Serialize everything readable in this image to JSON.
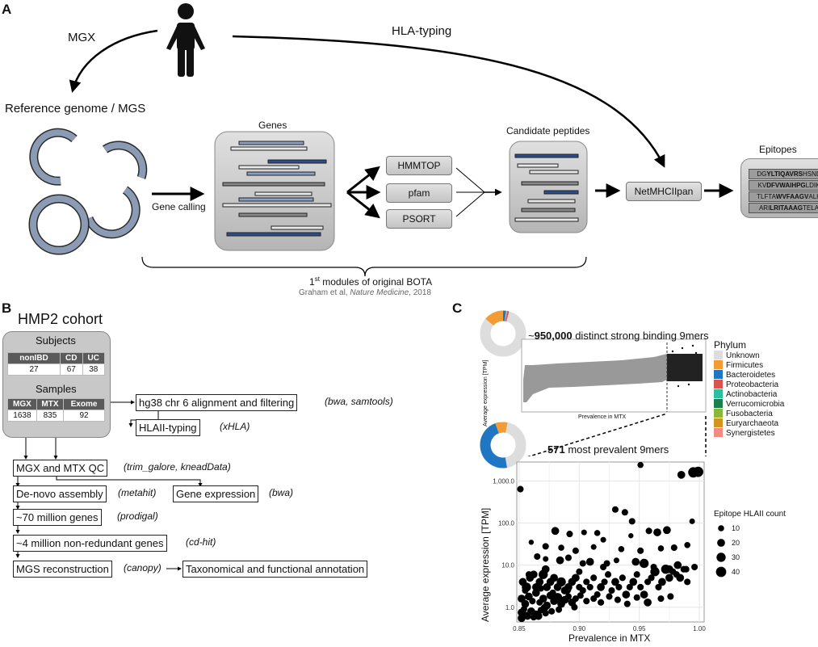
{
  "panel_a": {
    "letter": "A",
    "mgx_label": "MGX",
    "hla_typing_label": "HLA-typing",
    "reference_label": "Reference genome / MGS",
    "genes_title": "Genes",
    "gene_calling_label": "Gene calling",
    "tools": [
      "HMMTOP",
      "pfam",
      "PSORT"
    ],
    "candidate_title": "Candidate peptides",
    "netmhc_label": "NetMHCIIpan",
    "epitopes_title": "Epitopes",
    "epitopes": [
      {
        "pre": "DG",
        "bold": "YLTIQAVRS",
        "post": "HSND"
      },
      {
        "pre": "KV",
        "bold": "DFVWAIHPG",
        "post": "LDIK"
      },
      {
        "pre": "TLFTA",
        "bold": "WVFAAGV",
        "post": "ALH"
      },
      {
        "pre": "ARI",
        "bold": "LRITAAAG",
        "post": "TELA"
      }
    ],
    "bota_sup": "st",
    "bota_num": "1",
    "bota_text": " modules of original BOTA",
    "citation_pre": "Graham et al, ",
    "citation_journal": "Nature Medicine",
    "citation_post": ", 2018"
  },
  "panel_b": {
    "letter": "B",
    "cohort_title": "HMP2 cohort",
    "subjects_title": "Subjects",
    "subjects_headers": [
      "nonIBD",
      "CD",
      "UC"
    ],
    "subjects_values": [
      "27",
      "67",
      "38"
    ],
    "samples_title": "Samples",
    "samples_headers": [
      "MGX",
      "MTX",
      "Exome"
    ],
    "samples_values": [
      "1638",
      "835",
      "92"
    ],
    "steps": {
      "hg38": "hg38 chr 6 alignment and filtering",
      "hg38_tool": "(bwa, samtools)",
      "hlaii": "HLAII-typing",
      "hlaii_tool": "(xHLA)",
      "qc": "MGX and MTX QC",
      "qc_tool": "(trim_galore, kneadData)",
      "assembly": "De-novo assembly",
      "assembly_tool": "(metahit)",
      "expression": "Gene expression",
      "expression_tool": "(bwa)",
      "genes70": "~70 million genes",
      "genes70_tool": "(prodigal)",
      "nonred": "~4 million non-redundant genes",
      "nonred_tool": "(cd-hit)",
      "mgs": "MGS reconstruction",
      "mgs_tool": "(canopy)",
      "taxo": "Taxonomical and functional annotation"
    }
  },
  "panel_c": {
    "letter": "C",
    "top_title_pre": "~",
    "top_title_bold": "950,000",
    "top_title_post": " distinct strong binding 9mers",
    "top_ylabel": "Average expression [TPM]",
    "top_xlabel": "Prevalence in MTX",
    "bottom_title_bold": "571",
    "bottom_title_post": " most prevalent 9mers",
    "legend_title": "Phylum",
    "size_legend_title": "Epitope HLAII count",
    "size_legend_values": [
      "10",
      "20",
      "30",
      "40"
    ],
    "colors": {
      "Unknown": "#dddddd",
      "Firmicutes": "#f39c34",
      "Bacteroidetes": "#1f77c4",
      "Proteobacteria": "#d9534f",
      "Actinobacteria": "#2bbf9f",
      "Verrucomicrobia": "#1b7f4e",
      "Fusobacteria": "#8bb83a",
      "Euryarchaeota": "#d4951e",
      "Synergistetes": "#f28b82"
    }
  },
  "chart_data": {
    "type": "scatter",
    "title": "571 most prevalent 9mers",
    "xlabel": "Prevalence in MTX",
    "ylabel": "Average expression [TPM]",
    "x_ticks": [
      "0.85",
      "0.90",
      "0.95",
      "1.00"
    ],
    "y_ticks": [
      "1.0",
      "10.0",
      "100.0",
      "1,000.0"
    ],
    "xlim": [
      0.848,
      1.004
    ],
    "ylim_log10": [
      -0.35,
      3.45
    ],
    "y_scale": "log",
    "size_legend": {
      "title": "Epitope HLAII count",
      "values": [
        10,
        20,
        30,
        40
      ]
    },
    "phylum_legend": [
      "Unknown",
      "Firmicutes",
      "Bacteroidetes",
      "Proteobacteria",
      "Actinobacteria",
      "Verrucomicrobia",
      "Fusobacteria",
      "Euryarchaeota",
      "Synergistetes"
    ],
    "points": [
      [
        0.851,
        640,
        12
      ],
      [
        0.951,
        2400,
        10
      ],
      [
        0.995,
        1600,
        40
      ],
      [
        0.999,
        1650,
        40
      ],
      [
        0.985,
        1400,
        20
      ],
      [
        0.93,
        210,
        12
      ],
      [
        0.938,
        180,
        12
      ],
      [
        0.944,
        110,
        12
      ],
      [
        0.965,
        60,
        20
      ],
      [
        0.958,
        65,
        12
      ],
      [
        0.973,
        68,
        20
      ],
      [
        0.994,
        110,
        8
      ],
      [
        0.88,
        65,
        20
      ],
      [
        0.892,
        55,
        12
      ],
      [
        0.904,
        60,
        8
      ],
      [
        0.915,
        58,
        10
      ],
      [
        0.943,
        50,
        6
      ],
      [
        0.92,
        40,
        8
      ],
      [
        0.86,
        35,
        6
      ],
      [
        0.872,
        28,
        12
      ],
      [
        0.885,
        26,
        10
      ],
      [
        0.897,
        22,
        12
      ],
      [
        0.912,
        27,
        8
      ],
      [
        0.935,
        24,
        10
      ],
      [
        0.951,
        22,
        12
      ],
      [
        0.968,
        25,
        10
      ],
      [
        0.979,
        26,
        12
      ],
      [
        0.99,
        30,
        10
      ],
      [
        0.865,
        16,
        12
      ],
      [
        0.872,
        14,
        8
      ],
      [
        0.884,
        13,
        20
      ],
      [
        0.891,
        15,
        12
      ],
      [
        0.903,
        11,
        12
      ],
      [
        0.909,
        12,
        20
      ],
      [
        0.923,
        11,
        12
      ],
      [
        0.931,
        13,
        8
      ],
      [
        0.947,
        12,
        20
      ],
      [
        0.954,
        11,
        30
      ],
      [
        0.962,
        9,
        12
      ],
      [
        0.975,
        8,
        20
      ],
      [
        0.982,
        10,
        20
      ],
      [
        0.989,
        8,
        12
      ],
      [
        0.996,
        9,
        12
      ],
      [
        0.853,
        4,
        20
      ],
      [
        0.856,
        3,
        30
      ],
      [
        0.859,
        5,
        20
      ],
      [
        0.862,
        6,
        20
      ],
      [
        0.864,
        3,
        20
      ],
      [
        0.867,
        4,
        20
      ],
      [
        0.87,
        6,
        30
      ],
      [
        0.873,
        3,
        20
      ],
      [
        0.876,
        4,
        20
      ],
      [
        0.879,
        5,
        20
      ],
      [
        0.882,
        3,
        20
      ],
      [
        0.885,
        4,
        30
      ],
      [
        0.888,
        2.5,
        20
      ],
      [
        0.891,
        3,
        20
      ],
      [
        0.894,
        4,
        20
      ],
      [
        0.897,
        5,
        20
      ],
      [
        0.9,
        3,
        12
      ],
      [
        0.903,
        2.5,
        12
      ],
      [
        0.906,
        4,
        12
      ],
      [
        0.909,
        3,
        12
      ],
      [
        0.912,
        5,
        12
      ],
      [
        0.915,
        2,
        12
      ],
      [
        0.918,
        3,
        20
      ],
      [
        0.921,
        4,
        12
      ],
      [
        0.924,
        6,
        12
      ],
      [
        0.927,
        2.5,
        12
      ],
      [
        0.93,
        4,
        20
      ],
      [
        0.933,
        3,
        12
      ],
      [
        0.936,
        5,
        12
      ],
      [
        0.939,
        2,
        20
      ],
      [
        0.942,
        3,
        12
      ],
      [
        0.945,
        4,
        20
      ],
      [
        0.948,
        6,
        12
      ],
      [
        0.951,
        3,
        12
      ],
      [
        0.954,
        2,
        20
      ],
      [
        0.957,
        4,
        12
      ],
      [
        0.96,
        5,
        12
      ],
      [
        0.963,
        7,
        30
      ],
      [
        0.966,
        3,
        12
      ],
      [
        0.969,
        4,
        20
      ],
      [
        0.972,
        8,
        30
      ],
      [
        0.975,
        5,
        20
      ],
      [
        0.978,
        7,
        12
      ],
      [
        0.981,
        6,
        12
      ],
      [
        0.984,
        5,
        20
      ],
      [
        0.987,
        8,
        12
      ],
      [
        0.99,
        4,
        12
      ],
      [
        0.852,
        1.6,
        20
      ],
      [
        0.855,
        1.2,
        20
      ],
      [
        0.858,
        1.8,
        20
      ],
      [
        0.861,
        1.4,
        12
      ],
      [
        0.864,
        2.2,
        20
      ],
      [
        0.867,
        1.3,
        12
      ],
      [
        0.87,
        1.6,
        20
      ],
      [
        0.873,
        1.1,
        20
      ],
      [
        0.876,
        1.9,
        20
      ],
      [
        0.879,
        1.4,
        20
      ],
      [
        0.882,
        1.7,
        30
      ],
      [
        0.885,
        1.2,
        20
      ],
      [
        0.888,
        1.5,
        20
      ],
      [
        0.891,
        1.8,
        12
      ],
      [
        0.894,
        1.3,
        20
      ],
      [
        0.897,
        1.6,
        12
      ],
      [
        0.901,
        1.9,
        12
      ],
      [
        0.906,
        1.4,
        12
      ],
      [
        0.912,
        1.6,
        12
      ],
      [
        0.918,
        1.3,
        12
      ],
      [
        0.925,
        1.8,
        12
      ],
      [
        0.932,
        1.5,
        12
      ],
      [
        0.94,
        1.2,
        12
      ],
      [
        0.948,
        1.7,
        12
      ],
      [
        0.957,
        1.3,
        20
      ],
      [
        0.968,
        1.6,
        12
      ],
      [
        0.976,
        1.8,
        12
      ],
      [
        0.852,
        0.75,
        20
      ],
      [
        0.856,
        0.65,
        12
      ],
      [
        0.86,
        0.8,
        20
      ],
      [
        0.864,
        0.7,
        12
      ],
      [
        0.868,
        0.85,
        12
      ],
      [
        0.872,
        0.72,
        12
      ],
      [
        0.877,
        0.8,
        12
      ],
      [
        0.852,
        0.55,
        20
      ],
      [
        0.857,
        0.6,
        12
      ],
      [
        0.862,
        0.58,
        12
      ],
      [
        0.866,
        0.62,
        20
      ],
      [
        0.854,
        0.9,
        12
      ],
      [
        0.871,
        0.95,
        20
      ],
      [
        0.883,
        0.88,
        12
      ],
      [
        0.896,
        1.0,
        12
      ],
      [
        0.855,
        2.5,
        12
      ],
      [
        0.868,
        2.8,
        12
      ],
      [
        0.878,
        2.2,
        12
      ],
      [
        0.89,
        2.6,
        20
      ],
      [
        0.9,
        7,
        12
      ],
      [
        0.872,
        8,
        20
      ],
      [
        0.858,
        6,
        12
      ],
      [
        0.92,
        9,
        12
      ]
    ]
  }
}
